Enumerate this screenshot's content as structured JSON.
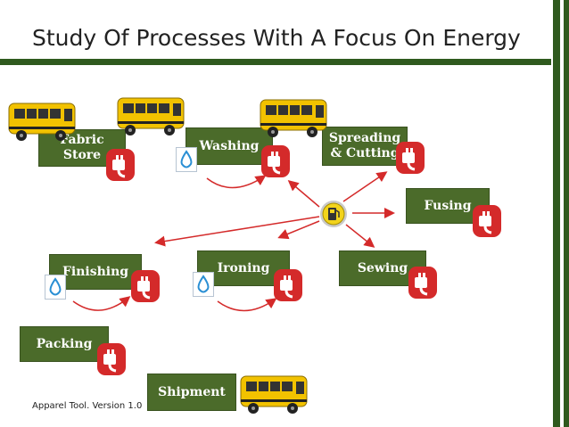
{
  "title": "Study Of Processes With A Focus On Energy",
  "footer": "Apparel Tool. Version 1.0",
  "processes": {
    "fabric_store": "Fabric Store",
    "washing": "Washing",
    "spreading_cutting": "Spreading & Cutting",
    "fusing": "Fusing",
    "finishing": "Finishing",
    "ironing": "Ironing",
    "sewing": "Sewing",
    "packing": "Packing",
    "shipment": "Shipment"
  },
  "icons": {
    "energy": "electric-plug-icon",
    "water": "water-drop-icon",
    "transport": "school-bus-icon",
    "fuel": "fuel-pump-icon"
  },
  "colors": {
    "box": "#4b6b2a",
    "accent": "#2f5a1e",
    "plug": "#d42a2a",
    "arrow": "#d42a2a",
    "water": "#2a8fd4",
    "bus": "#f2c200"
  }
}
